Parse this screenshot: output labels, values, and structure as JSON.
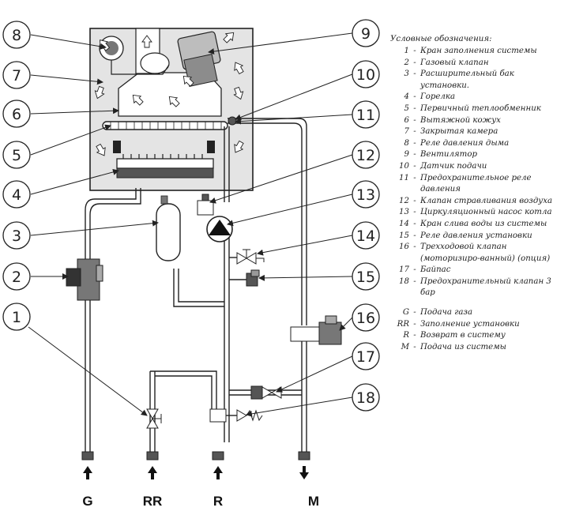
{
  "callouts": [
    "1",
    "2",
    "3",
    "4",
    "5",
    "6",
    "7",
    "8",
    "9",
    "10",
    "11",
    "12",
    "13",
    "14",
    "15",
    "16",
    "17",
    "18"
  ],
  "ports": [
    "G",
    "RR",
    "R",
    "M"
  ],
  "legend": {
    "title": "Условные обозначения:",
    "items": [
      {
        "key": "1",
        "text": "Кран заполнения системы"
      },
      {
        "key": "2",
        "text": "Газовый клапан"
      },
      {
        "key": "3",
        "text": "Расширительный бак установки."
      },
      {
        "key": "4",
        "text": "Горелка"
      },
      {
        "key": "5",
        "text": "Первичный теплообменник"
      },
      {
        "key": "6",
        "text": "Вытяжной кожух"
      },
      {
        "key": "7",
        "text": "Закрытая камера"
      },
      {
        "key": "8",
        "text": "Реле давления дыма"
      },
      {
        "key": "9",
        "text": "Вентилятор"
      },
      {
        "key": "10",
        "text": "Датчик подачи"
      },
      {
        "key": "11",
        "text": "Предохранительное реле давления"
      },
      {
        "key": "12",
        "text": "Клапан стравливания воздуха"
      },
      {
        "key": "13",
        "text": "Циркуляционный насос котла"
      },
      {
        "key": "14",
        "text": "Кран слива воды из системы"
      },
      {
        "key": "15",
        "text": "Реле давления установки"
      },
      {
        "key": "16",
        "text": "Трехходовой клапан (моторизиро-ванный) (опция)"
      },
      {
        "key": "17",
        "text": "Байпас"
      },
      {
        "key": "18",
        "text": "Предохранительный клапан 3 бар"
      }
    ],
    "codes": [
      {
        "key": "G",
        "text": "Подача газа"
      },
      {
        "key": "RR",
        "text": "Заполнение установки"
      },
      {
        "key": "R",
        "text": "Возврат в систему"
      },
      {
        "key": "M",
        "text": "Подача из системы"
      }
    ]
  }
}
